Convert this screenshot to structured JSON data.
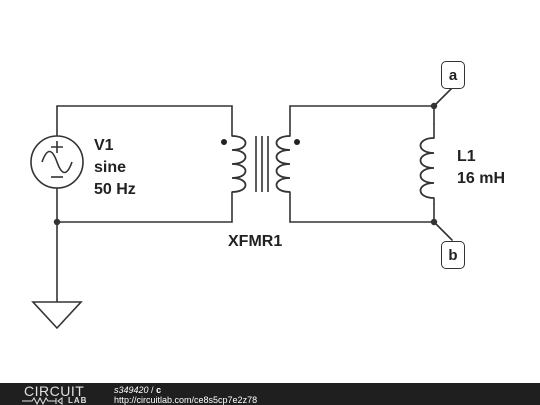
{
  "schematic": {
    "source": {
      "name": "V1",
      "type": "sine",
      "freq": "50 Hz"
    },
    "transformer": {
      "name": "XFMR1"
    },
    "inductor": {
      "name": "L1",
      "value": "16 mH"
    },
    "nodes": {
      "a": "a",
      "b": "b"
    }
  },
  "footer": {
    "logo_top": "CIRCUIT",
    "logo_bottom": "LAB",
    "schematic_id": "s349420",
    "separator": " / ",
    "schematic_name": "c",
    "url": "http://circuitlab.com/ce8s5cp7e2z78"
  }
}
